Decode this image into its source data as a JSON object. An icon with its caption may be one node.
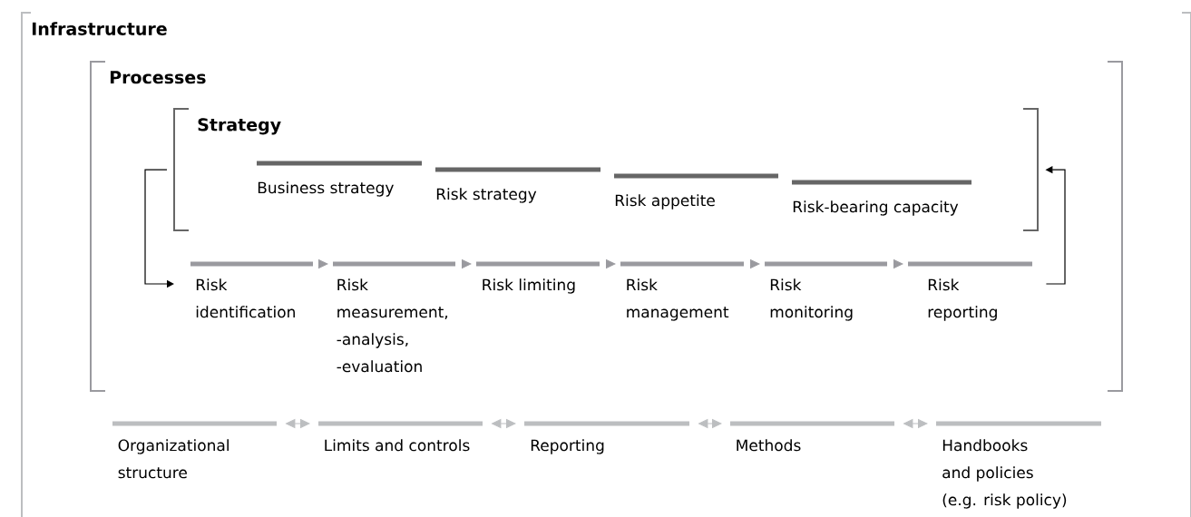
{
  "diagram": {
    "nodes": [
      {
        "text": [
          "Infrastructure"
        ]
      },
      {
        "text": [
          "Processes"
        ],
        "in": 0
      },
      {
        "text": [
          "Strategy"
        ],
        "in": 1
      },
      {
        "text": [
          "Business strategy"
        ],
        "in": 2
      },
      {
        "text": [
          "Risk strategy"
        ],
        "in": 2
      },
      {
        "text": [
          "Risk appetite"
        ],
        "in": 2
      },
      {
        "text": [
          "Risk-bearing capacity"
        ],
        "in": 2
      },
      {
        "text": [
          "Risk identification"
        ],
        "in": 1
      },
      {
        "text": [
          "Risk measurement, -analysis, -evaluation"
        ],
        "in": 1
      },
      {
        "text": [
          "Risk limiting"
        ],
        "in": 1
      },
      {
        "text": [
          "Risk management"
        ],
        "in": 1
      },
      {
        "text": [
          "Risk monitoring"
        ],
        "in": 1
      },
      {
        "text": [
          "Risk reporting"
        ],
        "in": 1
      },
      {
        "text": [
          "Organizational structure"
        ],
        "in": 0
      },
      {
        "text": [
          "Limits and controls"
        ],
        "in": 0
      },
      {
        "text": [
          "Reporting"
        ],
        "in": 0
      },
      {
        "text": [
          "Methods"
        ],
        "in": 0
      },
      {
        "text": [
          "Handbooks and policies (e.g. risk policy)"
        ],
        "in": 0
      }
    ],
    "edges": [
      {
        "from": 7,
        "to": 8,
        "arrow": "to"
      },
      {
        "from": 8,
        "to": 9,
        "arrow": "to"
      },
      {
        "from": 9,
        "to": 10,
        "arrow": "to"
      },
      {
        "from": 10,
        "to": 11,
        "arrow": "to"
      },
      {
        "from": 11,
        "to": 12,
        "arrow": "to"
      },
      {
        "from": 12,
        "to": 2,
        "arrow": "to",
        "color": "#000000"
      },
      {
        "from": 2,
        "to": 7,
        "arrow": "to",
        "color": "#000000"
      },
      {
        "from": 13,
        "to": 14,
        "arrow": "both",
        "color": "#bcbec0"
      },
      {
        "from": 14,
        "to": 15,
        "arrow": "both",
        "color": "#bcbec0"
      },
      {
        "from": 15,
        "to": 16,
        "arrow": "both",
        "color": "#bcbec0"
      },
      {
        "from": 16,
        "to": 17,
        "arrow": "both",
        "color": "#bcbec0"
      }
    ]
  }
}
